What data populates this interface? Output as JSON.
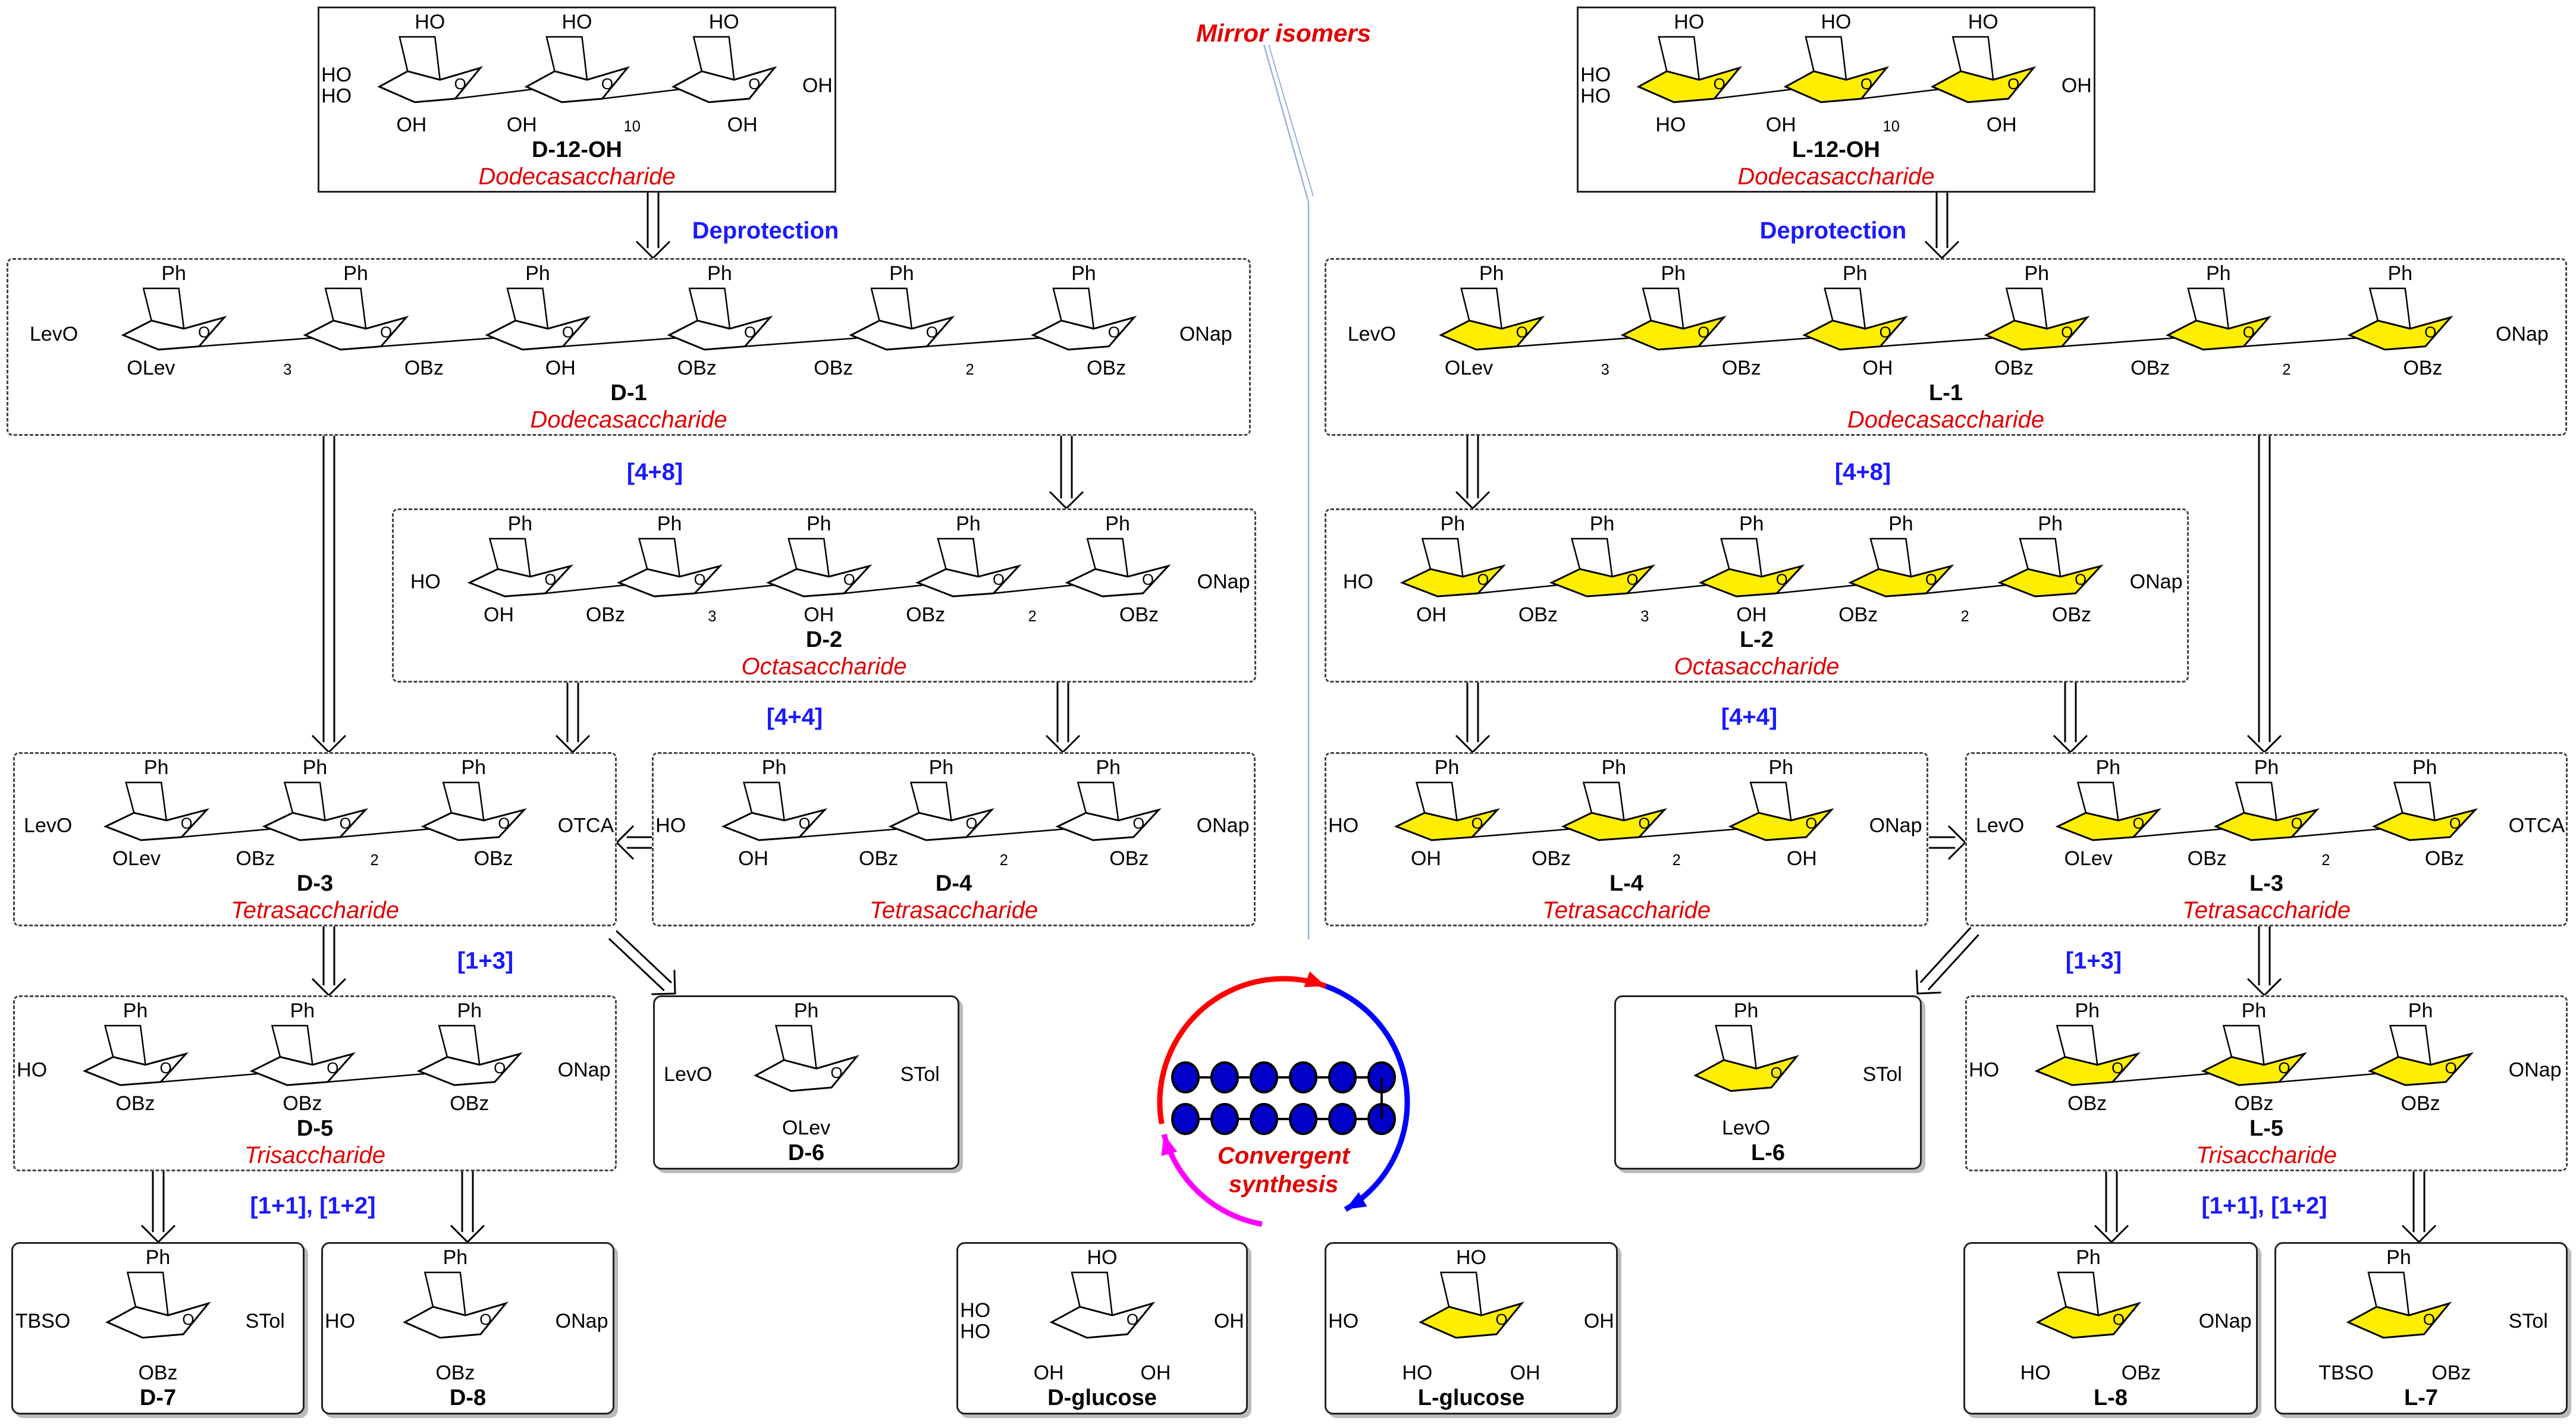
{
  "labels": {
    "mirror_isomers": "Mirror isomers",
    "deprotection_d": "Deprotection",
    "deprotection_l": "Deprotection",
    "step_4_8_d": "[4+8]",
    "step_4_8_l": "[4+8]",
    "step_4_4_d": "[4+4]",
    "step_4_4_l": "[4+4]",
    "step_1_3_d": "[1+3]",
    "step_1_3_l": "[1+3]",
    "step_1_1_1_2_d": "[1+1], [1+2]",
    "step_1_1_1_2_l": "[1+1], [1+2]",
    "convergent_line1": "Convergent",
    "convergent_line2": "synthesis"
  },
  "colors": {
    "step_blue": "#1a1aff",
    "subtitle_red": "#e00000",
    "l_ring_yellow": "#ffee00",
    "dot_blue": "#0000c8",
    "arc_red": "#ff0000",
    "arc_blue": "#0000ff",
    "arc_magenta": "#ff00ff"
  },
  "compounds": [
    {
      "id": "D-12-OH",
      "name": "D-12-OH",
      "subtitle": "Dodecasaccharide",
      "rings": 3,
      "form": "D",
      "top": [
        "HO",
        "HO",
        "HO"
      ],
      "bottom": [
        "OH",
        "OH",
        "10",
        "OH"
      ],
      "left": [
        "HO",
        "HO"
      ],
      "right": "OH"
    },
    {
      "id": "L-12-OH",
      "name": "L-12-OH",
      "subtitle": "Dodecasaccharide",
      "rings": 3,
      "form": "L",
      "top": [
        "HO",
        "HO",
        "HO"
      ],
      "bottom": [
        "HO",
        "OH",
        "10",
        "OH"
      ],
      "left": [
        "HO",
        "HO"
      ],
      "right": "OH"
    },
    {
      "id": "D-1",
      "name": "D-1",
      "subtitle": "Dodecasaccharide",
      "rings": 6,
      "form": "D",
      "top": [
        "Ph",
        "Ph",
        "Ph",
        "Ph",
        "Ph",
        "Ph"
      ],
      "bottom": [
        "OLev",
        "3",
        "OBz",
        "OH",
        "OBz",
        "OBz",
        "2",
        "OBz"
      ],
      "left": [
        "LevO"
      ],
      "right": "ONap"
    },
    {
      "id": "L-1",
      "name": "L-1",
      "subtitle": "Dodecasaccharide",
      "rings": 6,
      "form": "L",
      "top": [
        "Ph",
        "Ph",
        "Ph",
        "Ph",
        "Ph",
        "Ph"
      ],
      "bottom": [
        "OLev",
        "3",
        "OBz",
        "OH",
        "OBz",
        "OBz",
        "2",
        "OBz"
      ],
      "left": [
        "LevO"
      ],
      "right": "ONap"
    },
    {
      "id": "D-2",
      "name": "D-2",
      "subtitle": "Octasaccharide",
      "rings": 5,
      "form": "D",
      "top": [
        "Ph",
        "Ph",
        "Ph",
        "Ph",
        "Ph"
      ],
      "bottom": [
        "OH",
        "OBz",
        "3",
        "OH",
        "OBz",
        "2",
        "OBz"
      ],
      "left": [
        "HO"
      ],
      "right": "ONap"
    },
    {
      "id": "L-2",
      "name": "L-2",
      "subtitle": "Octasaccharide",
      "rings": 5,
      "form": "L",
      "top": [
        "Ph",
        "Ph",
        "Ph",
        "Ph",
        "Ph"
      ],
      "bottom": [
        "OH",
        "OBz",
        "3",
        "OH",
        "OBz",
        "2",
        "OBz"
      ],
      "left": [
        "HO"
      ],
      "right": "ONap"
    },
    {
      "id": "D-3",
      "name": "D-3",
      "subtitle": "Tetrasaccharide",
      "rings": 3,
      "form": "D",
      "top": [
        "Ph",
        "Ph",
        "Ph"
      ],
      "bottom": [
        "OLev",
        "OBz",
        "2",
        "OBz"
      ],
      "left": [
        "LevO"
      ],
      "right": "OTCA"
    },
    {
      "id": "D-4",
      "name": "D-4",
      "subtitle": "Tetrasaccharide",
      "rings": 3,
      "form": "D",
      "top": [
        "Ph",
        "Ph",
        "Ph"
      ],
      "bottom": [
        "OH",
        "OBz",
        "2",
        "OBz"
      ],
      "left": [
        "HO"
      ],
      "right": "ONap"
    },
    {
      "id": "L-4",
      "name": "L-4",
      "subtitle": "Tetrasaccharide",
      "rings": 3,
      "form": "L",
      "top": [
        "Ph",
        "Ph",
        "Ph"
      ],
      "bottom": [
        "OH",
        "OBz",
        "2",
        "OH"
      ],
      "left": [
        "HO"
      ],
      "right": "ONap"
    },
    {
      "id": "L-3",
      "name": "L-3",
      "subtitle": "Tetrasaccharide",
      "rings": 3,
      "form": "L",
      "top": [
        "Ph",
        "Ph",
        "Ph"
      ],
      "bottom": [
        "OLev",
        "OBz",
        "2",
        "OBz"
      ],
      "left": [
        "LevO"
      ],
      "right": "OTCA"
    },
    {
      "id": "D-5",
      "name": "D-5",
      "subtitle": "Trisaccharide",
      "rings": 3,
      "form": "D",
      "top": [
        "Ph",
        "Ph",
        "Ph"
      ],
      "bottom": [
        "OBz",
        "OBz",
        "OBz"
      ],
      "left": [
        "HO"
      ],
      "right": "ONap"
    },
    {
      "id": "D-6",
      "name": "D-6",
      "subtitle": "",
      "rings": 1,
      "form": "D",
      "top": [
        "Ph"
      ],
      "bottom": [
        "OLev"
      ],
      "left": [
        "LevO"
      ],
      "right": "STol"
    },
    {
      "id": "L-6",
      "name": "L-6",
      "subtitle": "",
      "rings": 1,
      "form": "L",
      "top": [
        "Ph"
      ],
      "bottom": [
        "LevO"
      ],
      "left": [],
      "right": "STol"
    },
    {
      "id": "L-5",
      "name": "L-5",
      "subtitle": "Trisaccharide",
      "rings": 3,
      "form": "L",
      "top": [
        "Ph",
        "Ph",
        "Ph"
      ],
      "bottom": [
        "OBz",
        "OBz",
        "OBz"
      ],
      "left": [
        "HO"
      ],
      "right": "ONap"
    },
    {
      "id": "D-7",
      "name": "D-7",
      "subtitle": "",
      "rings": 1,
      "form": "D",
      "top": [
        "Ph"
      ],
      "bottom": [
        "OBz"
      ],
      "left": [
        "TBSO"
      ],
      "right": "STol"
    },
    {
      "id": "D-8",
      "name": "D-8",
      "subtitle": "",
      "rings": 1,
      "form": "D",
      "top": [
        "Ph"
      ],
      "bottom": [
        "OBz"
      ],
      "left": [
        "HO"
      ],
      "right": "ONap"
    },
    {
      "id": "D-glucose",
      "name": "D-glucose",
      "subtitle": "",
      "rings": 1,
      "form": "D",
      "top": [
        "HO"
      ],
      "bottom": [
        "OH",
        "OH"
      ],
      "left": [
        "HO",
        "HO"
      ],
      "right": "OH"
    },
    {
      "id": "L-glucose",
      "name": "L-glucose",
      "subtitle": "",
      "rings": 1,
      "form": "L",
      "top": [
        "HO"
      ],
      "bottom": [
        "HO",
        "OH"
      ],
      "left": [
        "HO"
      ],
      "right": "OH"
    },
    {
      "id": "L-8",
      "name": "L-8",
      "subtitle": "",
      "rings": 1,
      "form": "L",
      "top": [
        "Ph"
      ],
      "bottom": [
        "HO",
        "OBz"
      ],
      "left": [],
      "right": "ONap"
    },
    {
      "id": "L-7",
      "name": "L-7",
      "subtitle": "",
      "rings": 1,
      "form": "L",
      "top": [
        "Ph"
      ],
      "bottom": [
        "TBSO",
        "OBz"
      ],
      "left": [],
      "right": "STol"
    }
  ]
}
